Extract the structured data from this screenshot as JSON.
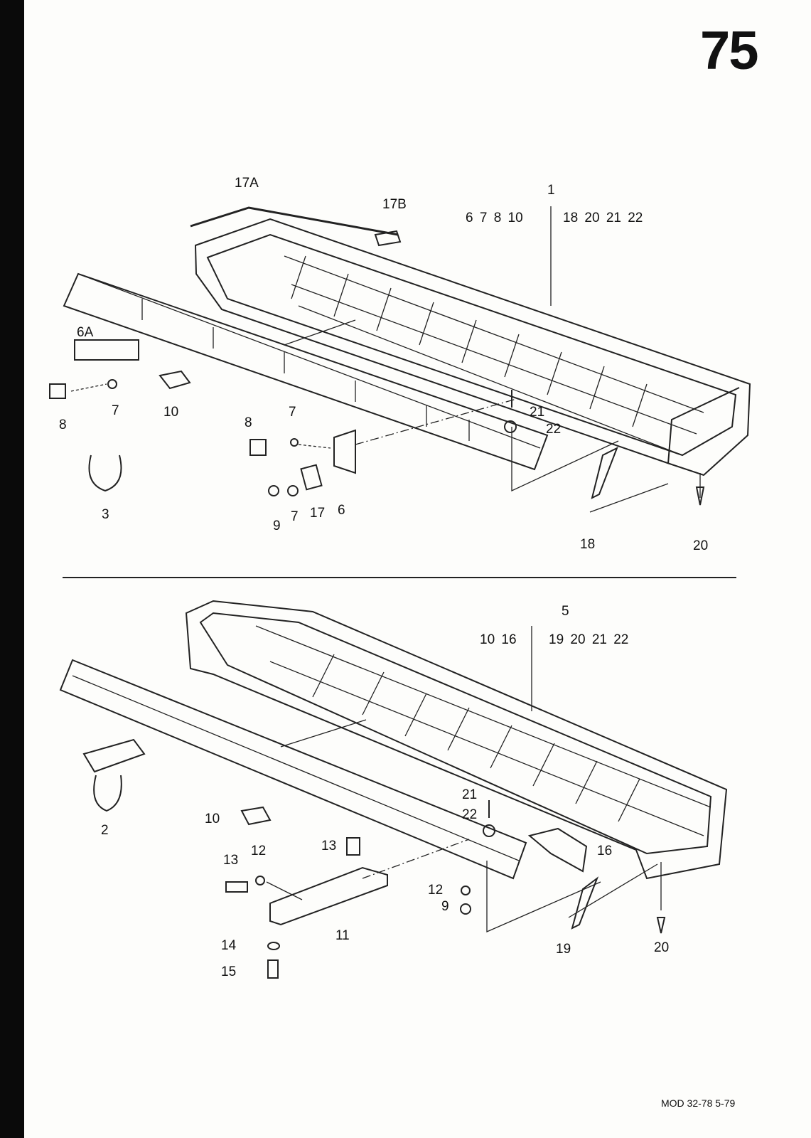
{
  "page_number": "75",
  "top_assembly": {
    "main_part": "1",
    "group_left": "6 7 8 10",
    "group_right": "18 20 21 22",
    "labels": [
      "17A",
      "17B",
      "6A",
      "7",
      "10",
      "8",
      "3",
      "8",
      "7",
      "21",
      "22",
      "9",
      "7",
      "17",
      "6",
      "18",
      "20"
    ]
  },
  "bottom_assembly": {
    "main_part": "5",
    "group_left": "10 16",
    "group_right": "19 20 21 22",
    "labels": [
      "2",
      "10",
      "21",
      "22",
      "13",
      "13",
      "12",
      "16",
      "11",
      "12",
      "9",
      "14",
      "15",
      "19",
      "20"
    ]
  },
  "footer": "MOD 32-78   5-79"
}
